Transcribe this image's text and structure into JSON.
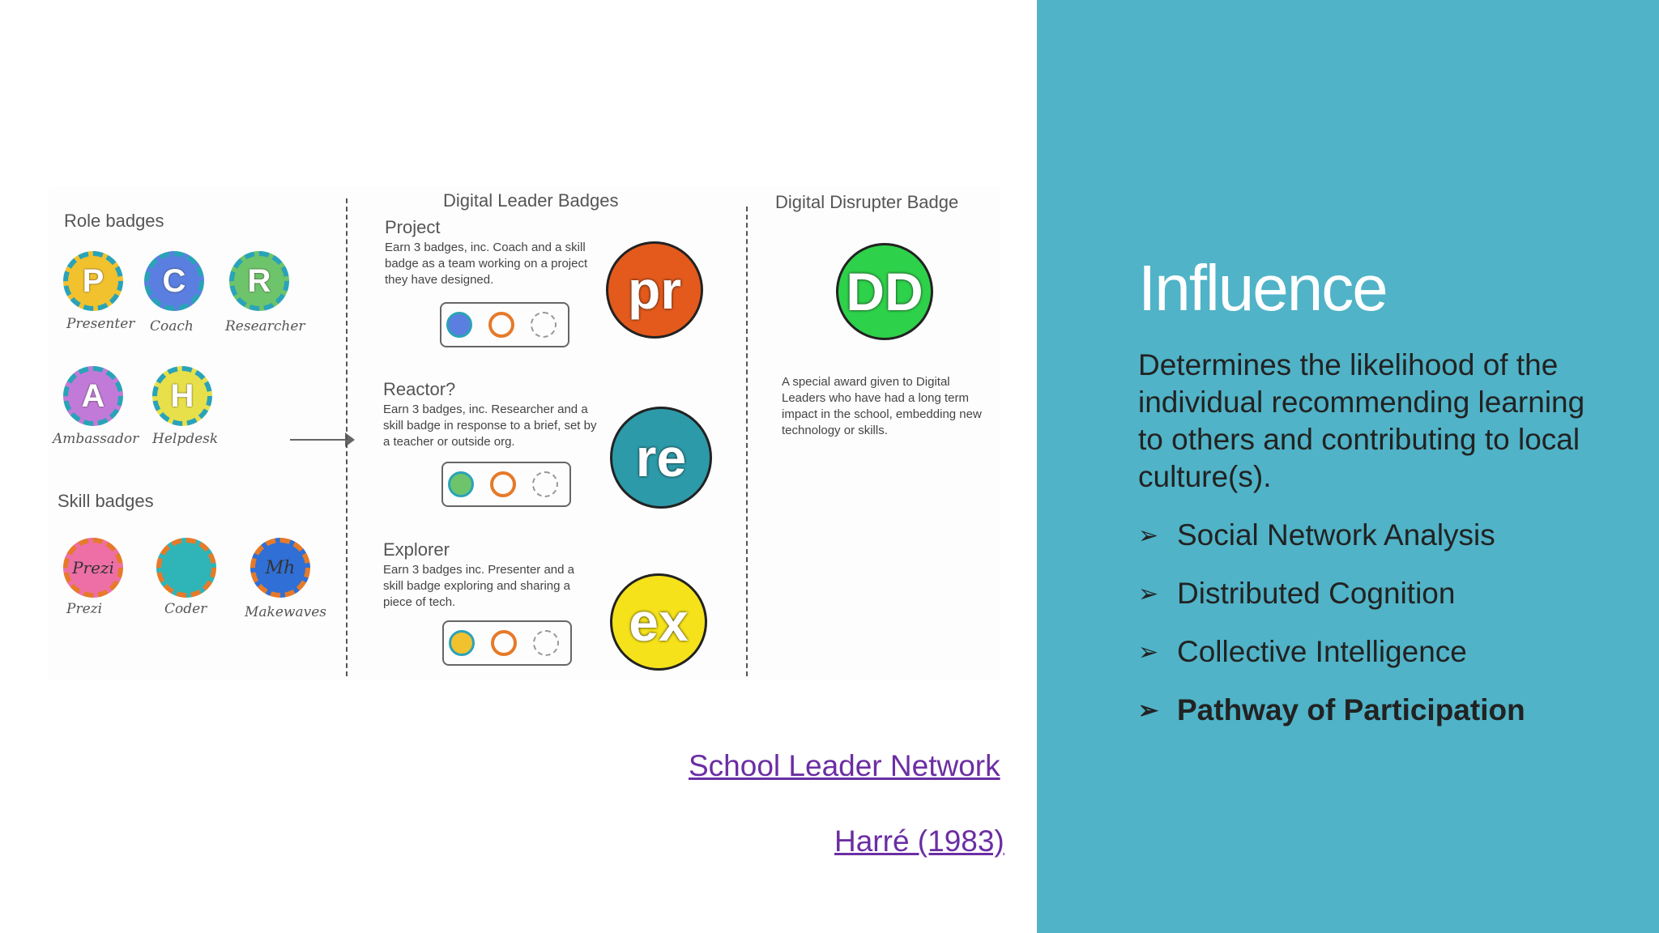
{
  "slide": {
    "title": "Influence",
    "description": "Determines the likelihood of the individual recommending learning to others and contributing to local culture(s).",
    "bullets": [
      "Social Network Analysis",
      "Distributed Cognition",
      "Collective Intelligence",
      "Pathway of Participation"
    ],
    "bullet_marker": "➢",
    "links": {
      "school_leader_network": "School Leader Network",
      "harre": "Harré (1983)"
    },
    "colors": {
      "panel": "#50b3c7",
      "link": "#6b2ea3"
    }
  },
  "image": {
    "role_badges_heading": "Role badges",
    "skill_badges_heading": "Skill badges",
    "role_badges": [
      {
        "letter": "P",
        "label": "Presenter",
        "color": "#f2c12e"
      },
      {
        "letter": "C",
        "label": "Coach",
        "color": "#5b7fe0"
      },
      {
        "letter": "R",
        "label": "Researcher",
        "color": "#6ec46b"
      },
      {
        "letter": "A",
        "label": "Ambassador",
        "color": "#c27ad8"
      },
      {
        "letter": "H",
        "label": "Helpdesk",
        "color": "#e7e04a"
      }
    ],
    "skill_badges": [
      {
        "letter": "Prezi",
        "label": "Prezi",
        "color": "#ee6fa6"
      },
      {
        "letter": "",
        "label": "Coder",
        "color": "#2fb5b8"
      },
      {
        "letter": "Mh",
        "label": "Makewaves",
        "color": "#2f6fd6"
      }
    ],
    "leader_heading": "Digital Leader Badges",
    "leader_badges": [
      {
        "name": "Project",
        "text": "Earn 3 badges, inc. Coach and a skill badge as a team working on a project they have designed.",
        "code": "pr",
        "color": "#e35a1c",
        "first": "C",
        "first_color": "#5b7fe0"
      },
      {
        "name": "Reactor?",
        "text": "Earn 3 badges, inc. Researcher and a skill badge in response to a brief, set by a teacher or outside org.",
        "code": "re",
        "color": "#2c9aa9",
        "first": "R",
        "first_color": "#6ec46b"
      },
      {
        "name": "Explorer",
        "text": "Earn 3 badges inc. Presenter and a skill badge exploring and sharing a piece of tech.",
        "code": "ex",
        "color": "#f5e21a",
        "first": "P",
        "first_color": "#f2c12e"
      }
    ],
    "disrupter_heading": "Digital Disrupter Badge",
    "disrupter_code": "DD",
    "disrupter_color": "#2ed14a",
    "disrupter_text": "A special award given to Digital Leaders who have had a long term impact in the school, embedding new technology or skills."
  }
}
